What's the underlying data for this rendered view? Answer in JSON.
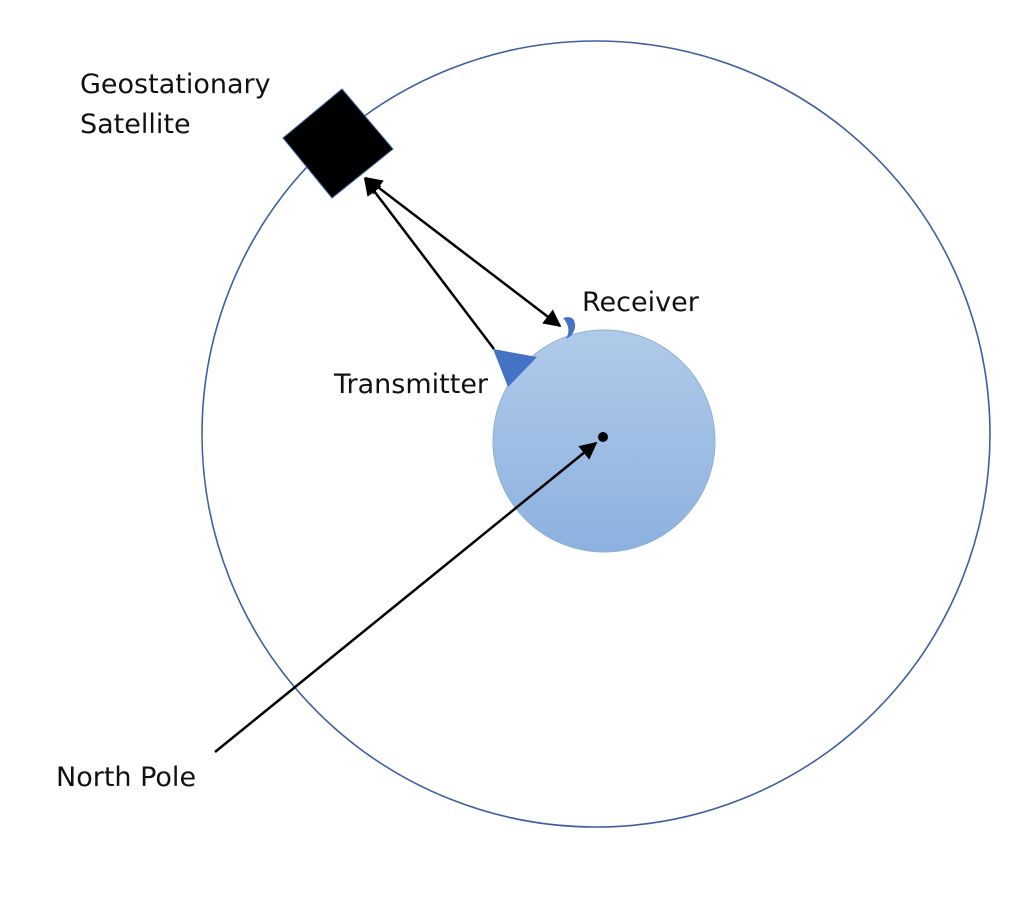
{
  "labels": {
    "satellite_line1": "Geostationary",
    "satellite_line2": "Satellite",
    "receiver": "Receiver",
    "transmitter": "Transmitter",
    "north_pole": "North Pole"
  },
  "colors": {
    "orbit": "#3f5fa0",
    "earth_top": "#adc8e8",
    "earth_bottom": "#8db2e0",
    "antenna": "#4472c4",
    "satellite": "#000000"
  }
}
